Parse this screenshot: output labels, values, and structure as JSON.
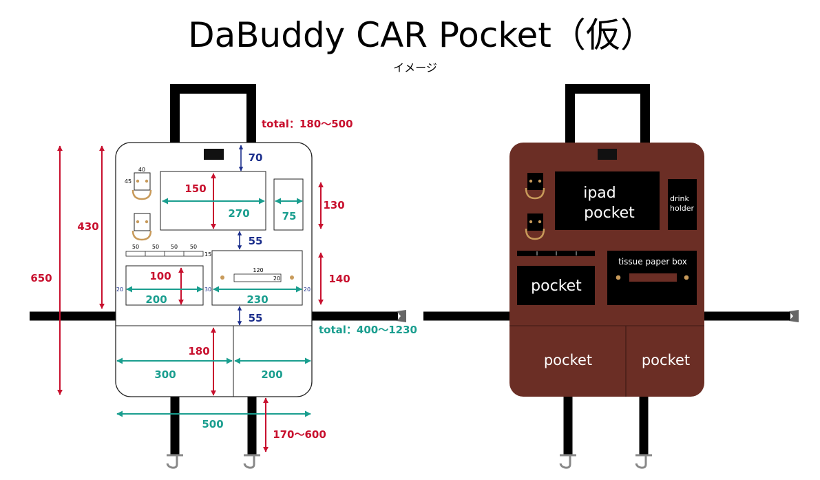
{
  "title": "DaBuddy CAR Pocket（仮）",
  "subtitle": "イメージ",
  "colors": {
    "red": "#c8102e",
    "teal": "#1a9e8f",
    "navy": "#1c2f8c",
    "brown": "#6b2e25",
    "gold": "#c89a5a",
    "strap": "#000000"
  },
  "left_diagram": {
    "total_height": "total：180〜500",
    "total_width": "total：400〜1230",
    "dims": {
      "overall_height": "650",
      "upper_height": "430",
      "top_margin": "70",
      "ipad_height": "150",
      "ipad_width": "270",
      "drink_width": "75",
      "drink_height": "130",
      "gap_middle": "55",
      "tissue_height": "140",
      "pocket_height": "100",
      "pocket_width": "200",
      "tissue_width": "230",
      "gap_lower": "55",
      "bottom_height": "180",
      "bottom_left_width": "300",
      "bottom_right_width": "200",
      "overall_width": "500",
      "leg_length": "170〜600",
      "hook_width": "40",
      "hook_height": "45",
      "strip_segments": [
        "50",
        "50",
        "50",
        "50"
      ],
      "strip_height": "15",
      "margin_left": "20",
      "margin_mid": "30",
      "margin_right": "20",
      "slot_width": "120",
      "slot_height": "20"
    }
  },
  "right_diagram": {
    "ipad_line1": "ipad",
    "ipad_line2": "pocket",
    "drink_line1": "drink",
    "drink_line2": "holder",
    "pocket_label": "pocket",
    "tissue_label": "tissue paper box",
    "bottom_left_label": "pocket",
    "bottom_right_label": "pocket"
  }
}
